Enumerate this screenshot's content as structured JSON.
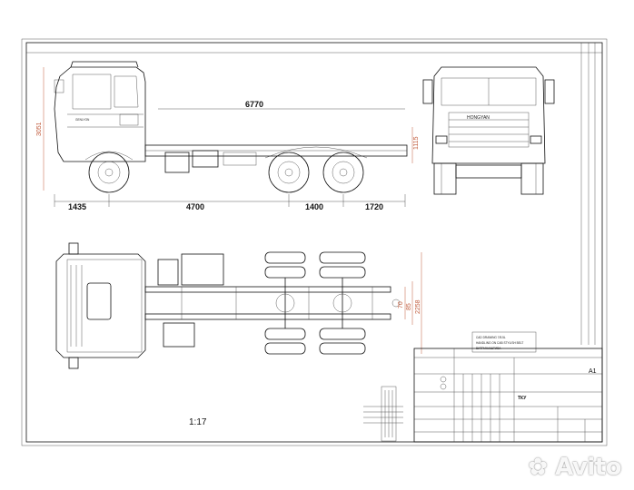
{
  "dimensions": {
    "overall_length": "6770",
    "front_overhang": "1435",
    "wheelbase_front": "4700",
    "axle_spacing": "1400",
    "rear_overhang": "1720",
    "height": "3051",
    "frame_height": "1115",
    "width_top_a": "70",
    "width_top_b": "85",
    "overall_width": "2258"
  },
  "truck_brand": "HONGYAN",
  "side_logo": "GENLYON",
  "scale_label": "1:17",
  "note_box": {
    "line1": "CAD DRAWING 7/8.5L",
    "line2": "HANDLING ON CAB STYLISH BELT",
    "line3": "ВИТРИНА/ШТИВА"
  },
  "title_block": {
    "sheet_size": "A1",
    "field_label": "ТКУ"
  },
  "watermark": "Avito",
  "colors": {
    "line": "#111111",
    "dimension_accent": "#c05a3a",
    "background": "#ffffff"
  }
}
